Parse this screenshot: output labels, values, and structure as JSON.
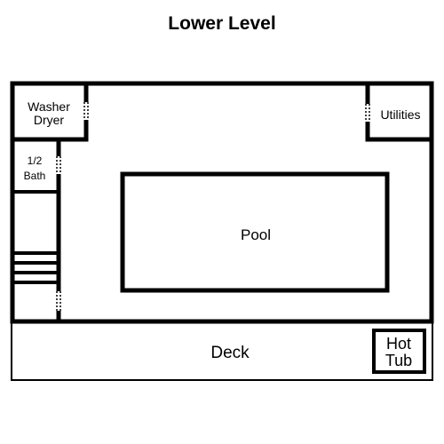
{
  "title": "Lower Level",
  "rooms": {
    "washer_dryer": [
      "Washer",
      "Dryer"
    ],
    "utilities": "Utilities",
    "half_bath": [
      "1/2",
      "Bath"
    ],
    "pool": "Pool",
    "deck": "Deck",
    "hot_tub": [
      "Hot",
      "Tub"
    ]
  },
  "colors": {
    "wall": "#000000",
    "background": "#ffffff"
  }
}
